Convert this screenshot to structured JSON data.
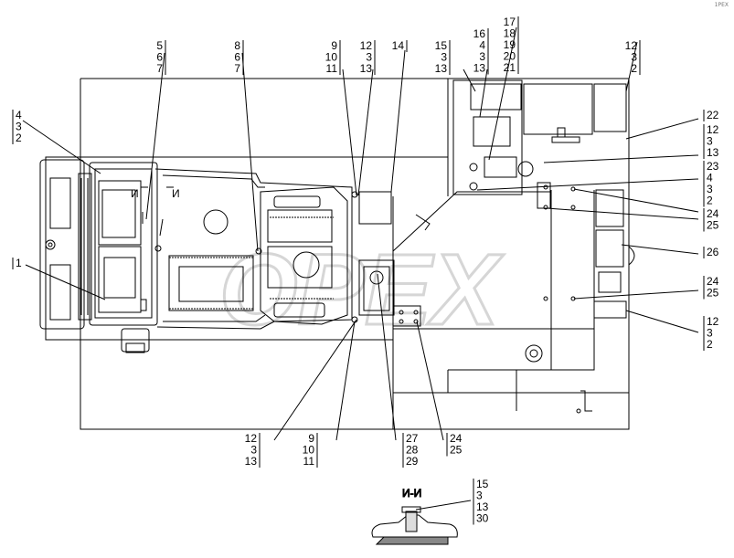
{
  "watermark": "OPEX",
  "corner_mark": "1PEX",
  "section_labels": [
    "И",
    "И"
  ],
  "section_title": "И-И",
  "callouts": [
    {
      "id": "c-5-6-7",
      "lines": [
        "5",
        "6",
        "7"
      ]
    },
    {
      "id": "c-8-6-7",
      "lines": [
        "8",
        "6",
        "7"
      ]
    },
    {
      "id": "c-9-10-11-top",
      "lines": [
        "9",
        "10",
        "11"
      ]
    },
    {
      "id": "c-12-3-13-top",
      "lines": [
        "12",
        "3",
        "13"
      ]
    },
    {
      "id": "c-14",
      "lines": [
        "14"
      ]
    },
    {
      "id": "c-15-3-13",
      "lines": [
        "15",
        "3",
        "13"
      ]
    },
    {
      "id": "c-16-4-3-13",
      "lines": [
        "16",
        "4",
        "3",
        "13"
      ]
    },
    {
      "id": "c-17-21",
      "lines": [
        "17",
        "18",
        "19",
        "20",
        "21"
      ]
    },
    {
      "id": "c-12-3-2-top",
      "lines": [
        "12",
        "3",
        "2"
      ]
    },
    {
      "id": "c-4-3-2",
      "lines": [
        "4",
        "3",
        "2"
      ]
    },
    {
      "id": "c-1",
      "lines": [
        "1"
      ]
    },
    {
      "id": "c-22",
      "lines": [
        "22"
      ]
    },
    {
      "id": "c-12-3-13-right",
      "lines": [
        "12",
        "3",
        "13"
      ]
    },
    {
      "id": "c-23-4-3-2",
      "lines": [
        "23",
        "4",
        "3",
        "2"
      ]
    },
    {
      "id": "c-24-25-a",
      "lines": [
        "24",
        "25"
      ]
    },
    {
      "id": "c-26",
      "lines": [
        "26"
      ]
    },
    {
      "id": "c-24-25-b",
      "lines": [
        "24",
        "25"
      ]
    },
    {
      "id": "c-12-3-2-right",
      "lines": [
        "12",
        "3",
        "2"
      ]
    },
    {
      "id": "c-12-3-13-bottom",
      "lines": [
        "12",
        "3",
        "13"
      ]
    },
    {
      "id": "c-9-10-11-bottom",
      "lines": [
        "9",
        "10",
        "11"
      ]
    },
    {
      "id": "c-27-28-29",
      "lines": [
        "27",
        "28",
        "29"
      ]
    },
    {
      "id": "c-24-25-bottom",
      "lines": [
        "24",
        "25"
      ]
    },
    {
      "id": "c-15-3-13-30",
      "lines": [
        "15",
        "3",
        "13",
        "30"
      ]
    }
  ]
}
